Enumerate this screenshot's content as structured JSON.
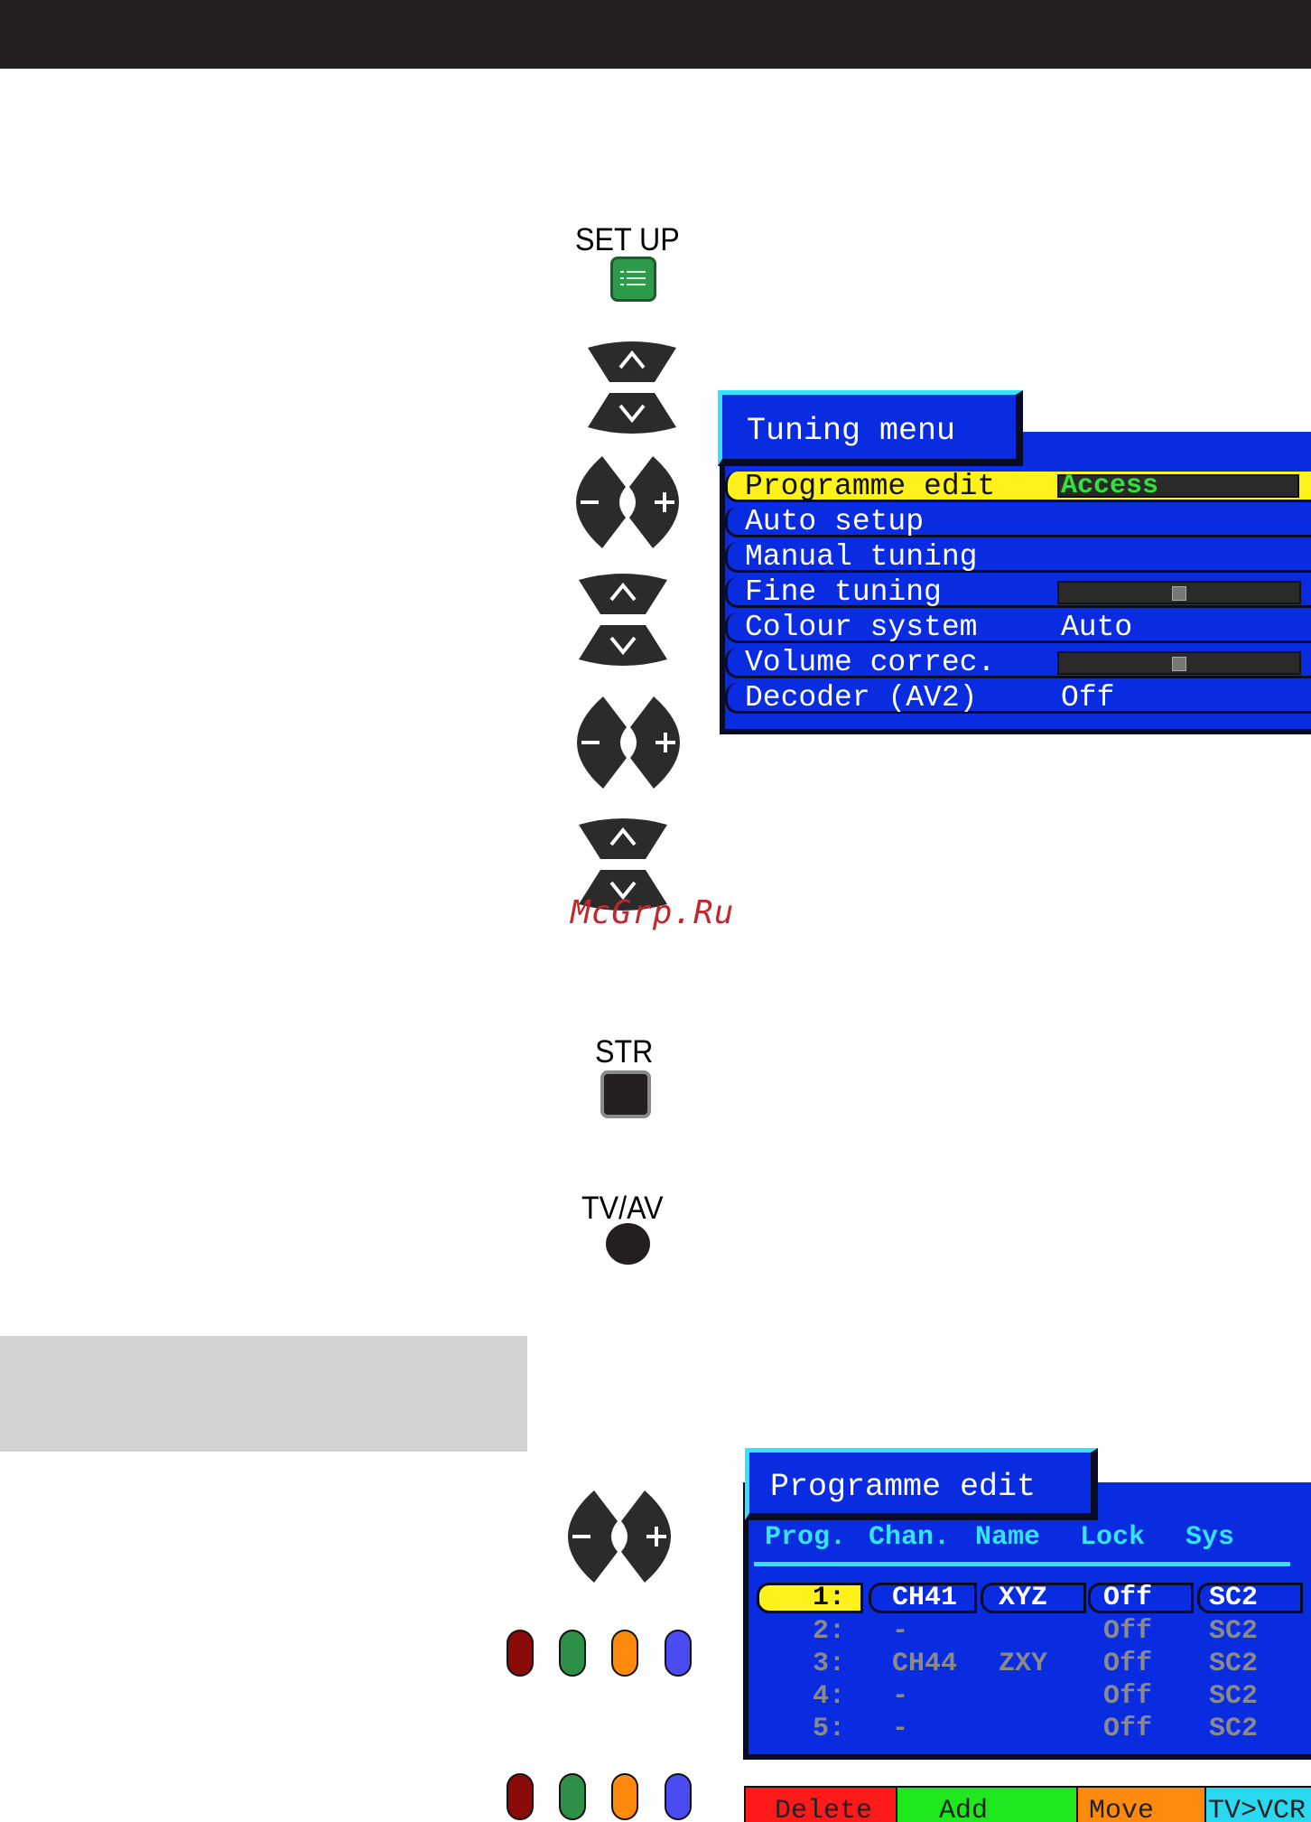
{
  "labels": {
    "setup": "SET UP",
    "str": "STR",
    "tvav": "TV/AV"
  },
  "watermark": "McGrp.Ru",
  "tuning_menu": {
    "title": "Tuning menu",
    "items": [
      {
        "label": "Programme edit",
        "value": "Access"
      },
      {
        "label": "Auto setup",
        "value": ""
      },
      {
        "label": "Manual tuning",
        "value": ""
      },
      {
        "label": "Fine tuning",
        "value": ""
      },
      {
        "label": "Colour system",
        "value": "Auto"
      },
      {
        "label": "Volume correc.",
        "value": ""
      },
      {
        "label": "Decoder (AV2)",
        "value": "Off"
      }
    ],
    "fine_tuning_level": 0.5,
    "volume_correction_level": 0.5
  },
  "programme_edit": {
    "title": "Programme edit",
    "headers": [
      "Prog.",
      "Chan.",
      "Name",
      "Lock",
      "Sys"
    ],
    "rows": [
      {
        "prog": "1:",
        "chan": "CH41",
        "name": "XYZ",
        "lock": "Off",
        "sys": "SC2"
      },
      {
        "prog": "2:",
        "chan": "-",
        "name": "",
        "lock": "Off",
        "sys": "SC2"
      },
      {
        "prog": "3:",
        "chan": "CH44",
        "name": "ZXY",
        "lock": "Off",
        "sys": "SC2"
      },
      {
        "prog": "4:",
        "chan": "-",
        "name": "",
        "lock": "Off",
        "sys": "SC2"
      },
      {
        "prog": "5:",
        "chan": "-",
        "name": "",
        "lock": "Off",
        "sys": "SC2"
      }
    ],
    "function_bar": [
      {
        "label": "Delete",
        "color": "#ff1a1a"
      },
      {
        "label": "Add",
        "color": "#1fe81f"
      },
      {
        "label": "Move",
        "color": "#ff8a0d"
      },
      {
        "label": "TV>VCR",
        "color": "#2ad8f0"
      }
    ]
  },
  "colors": {
    "osd_blue": "#0a2ce0",
    "osd_cyan": "#33e3ff",
    "selection_yellow": "#fff21a",
    "pill_red": "#8b0a0a",
    "pill_green": "#2e8f46",
    "pill_orange": "#ff8a0d",
    "pill_blue": "#4a4cf2"
  }
}
